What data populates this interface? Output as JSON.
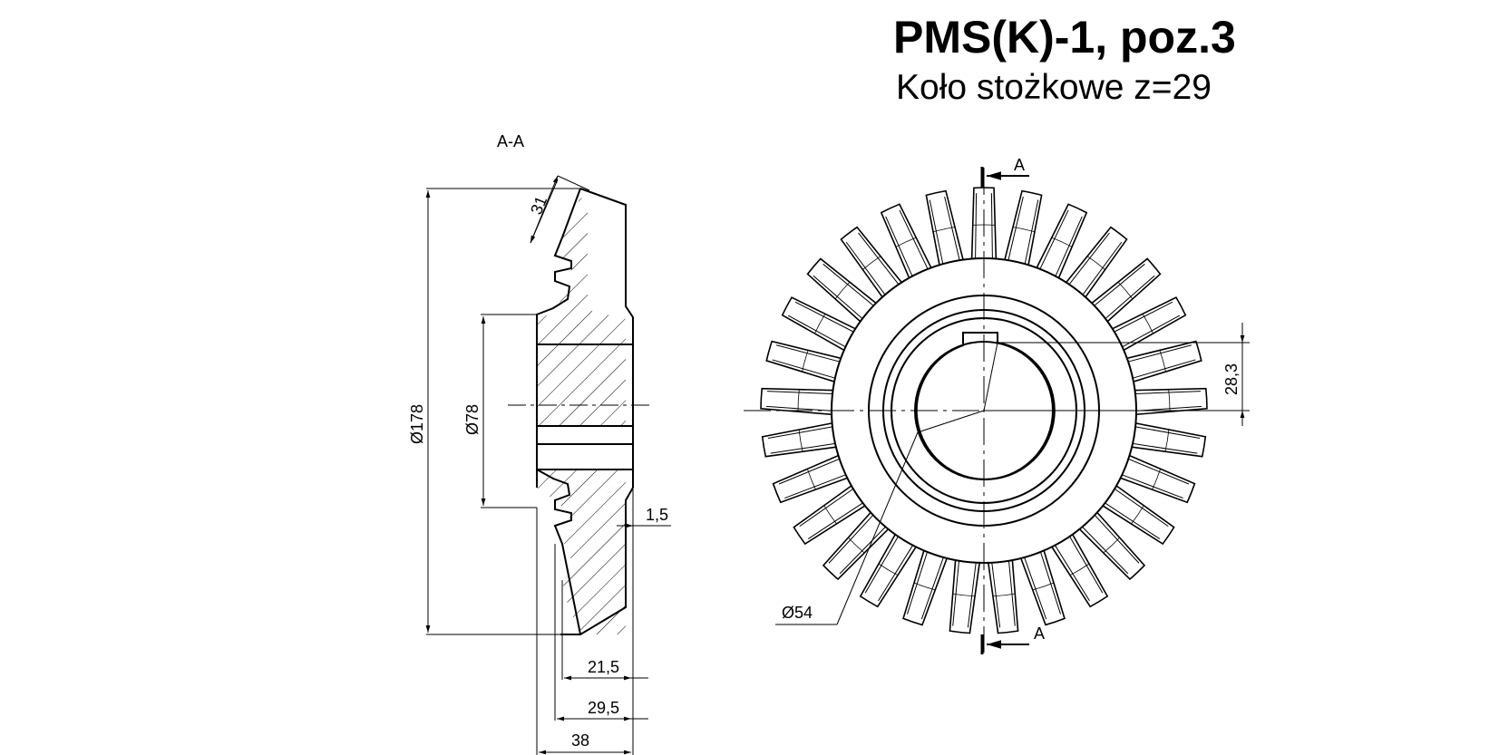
{
  "drawing": {
    "title": "PMS(K)-1, poz.3",
    "subtitle": "Koło stożkowe z=29"
  },
  "section": {
    "label": "A-A",
    "dims": {
      "outer_diameter": "Ø178",
      "bore_diameter": "Ø78",
      "tooth_width": "31",
      "offset": "1,5",
      "d1": "21,5",
      "d2": "29,5",
      "d3": "38"
    }
  },
  "front": {
    "cut_label_top": "A",
    "cut_label_bottom": "A",
    "keyway_dim": "28,3",
    "hub_dim": "Ø54",
    "teeth": 29
  }
}
